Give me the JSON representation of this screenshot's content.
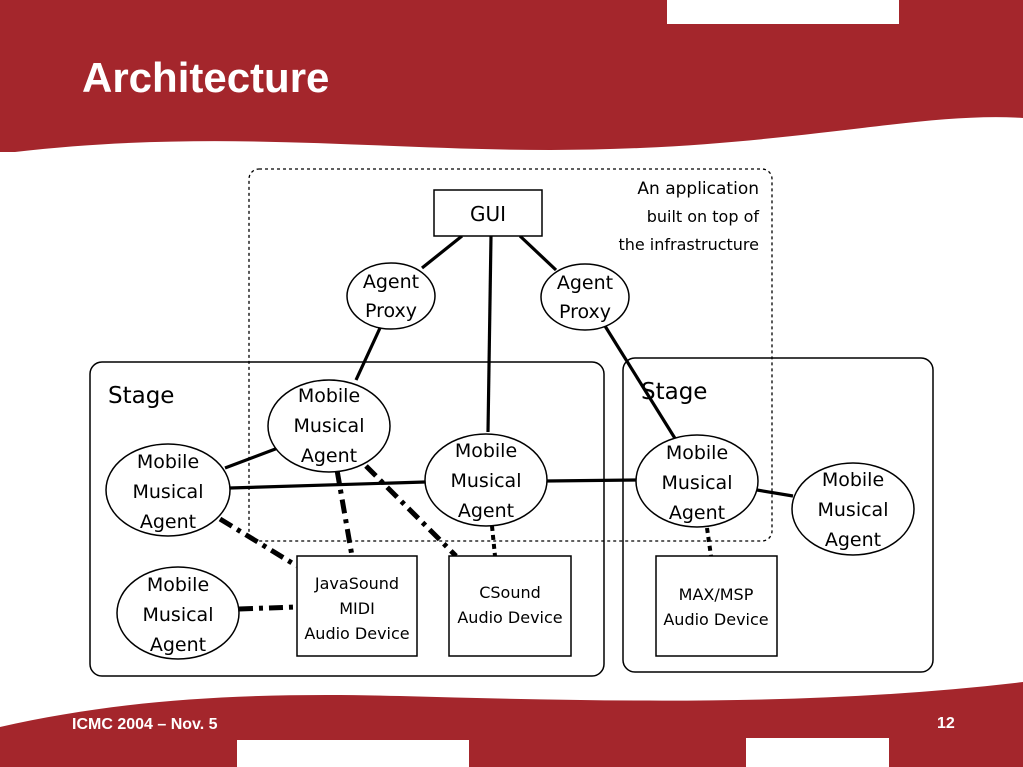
{
  "slide": {
    "title": "Architecture",
    "footer_left": "ICMC 2004 – Nov. 5",
    "page_number": "12"
  },
  "colors": {
    "brand_red": "#a4262c",
    "background": "#ffffff",
    "ink": "#000000"
  },
  "diagram": {
    "application_note": [
      "An application",
      "built on top of",
      "the infrastructure"
    ],
    "gui_label": "GUI",
    "proxy_label": [
      "Agent",
      "Proxy"
    ],
    "agent_label": [
      "Mobile",
      "Musical",
      "Agent"
    ],
    "stage_label": "Stage",
    "devices": {
      "javasound": [
        "JavaSound",
        "MIDI",
        "Audio Device"
      ],
      "csound": [
        "CSound",
        "Audio Device"
      ],
      "maxmsp": [
        "MAX/MSP",
        "Audio Device"
      ]
    }
  }
}
